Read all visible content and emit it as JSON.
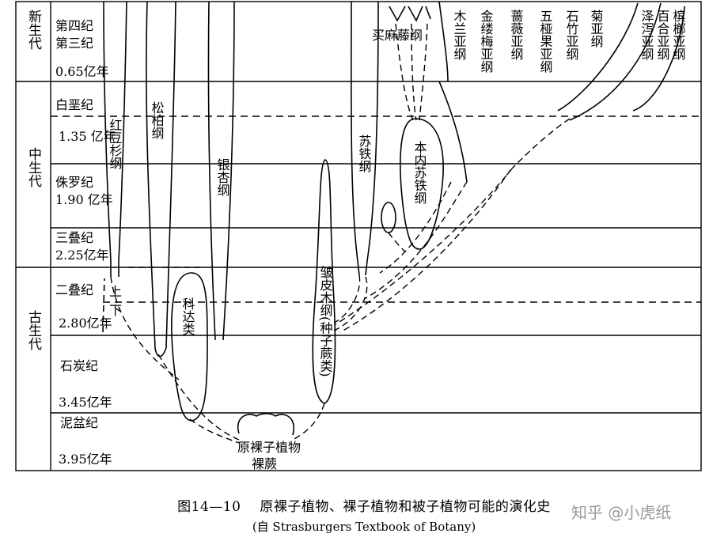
{
  "eras": [
    {
      "name": "新生代"
    },
    {
      "name": "中生代"
    },
    {
      "name": "古生代"
    }
  ],
  "periods": [
    {
      "name1": "第四纪",
      "name2": "第三纪",
      "date": "0.65亿年"
    },
    {
      "name1": "白垩纪",
      "date": "1.35 亿年"
    },
    {
      "name1": "侏罗纪",
      "date": "1.90 亿年"
    },
    {
      "name1": "三叠纪",
      "date": "2.25亿年"
    },
    {
      "name1": "二叠纪",
      "date": "2.80亿年"
    },
    {
      "name1": "石炭纪",
      "date": "3.45亿年"
    },
    {
      "name1": "泥盆纪",
      "date": "3.95亿年"
    }
  ],
  "permian_sub": {
    "upper": "上",
    "lower": "下"
  },
  "taxa": {
    "hongdoushan": "红豆杉纲",
    "songbai": "松柏纲",
    "yinxing": "银杏纲",
    "keda": "科达类",
    "zhoupimu": "皱皮木纲(种子蕨类)",
    "sutie": "苏铁纲",
    "benneisutie": "本内苏铁纲",
    "maimateng": "买麻藤纲",
    "mulan": "木兰亚纲",
    "jinlvmei": "金缕梅亚纲",
    "qiangwei": "蔷薇亚纲",
    "wuyaguo": "五桠果亚纲",
    "shizhu": "石竹亚纲",
    "ju": "菊亚纲",
    "zexie": "泽泻亚纲",
    "baihe": "百合亚纲",
    "binlang": "槟榔亚纲",
    "yuanluozi": "原裸子植物",
    "luojue": "裸蕨"
  },
  "caption": {
    "figure_no": "图14—10",
    "title": "原裸子植物、裸子植物和被子植物可能的演化史",
    "source": "(自 Strasburgers Textbook of Botany)"
  },
  "watermark": "知乎 @小虎纸"
}
